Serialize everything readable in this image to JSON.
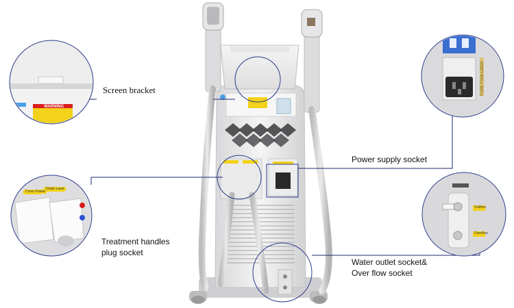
{
  "callouts": {
    "screen_bracket": "Screen bracket",
    "power_supply_socket": "Power supply socket",
    "treatment_handles_line1": "Treatment handles",
    "treatment_handles_line2": "plug socket",
    "water_outlet_line1": "Water outlet socket&",
    "water_outlet_line2": "Over flow socket"
  },
  "zoom_details": {
    "warning_text": "WARNING",
    "fuse_text": "FUSE F10A L250V",
    "handle_tag_left": "Cover Frame",
    "handle_tag_right": "Diode Laser",
    "water_tag_top": "Outflow",
    "water_tag_bottom": "Overflow"
  },
  "colors": {
    "leader_line": "#1e2a6e",
    "zoom_ring": "#2a3a8a",
    "machine_body": "#e9e9ea",
    "warning_yellow": "#f2d21a",
    "power_socket": "#2a2a2a",
    "switch_blue": "#3a6fd0"
  }
}
